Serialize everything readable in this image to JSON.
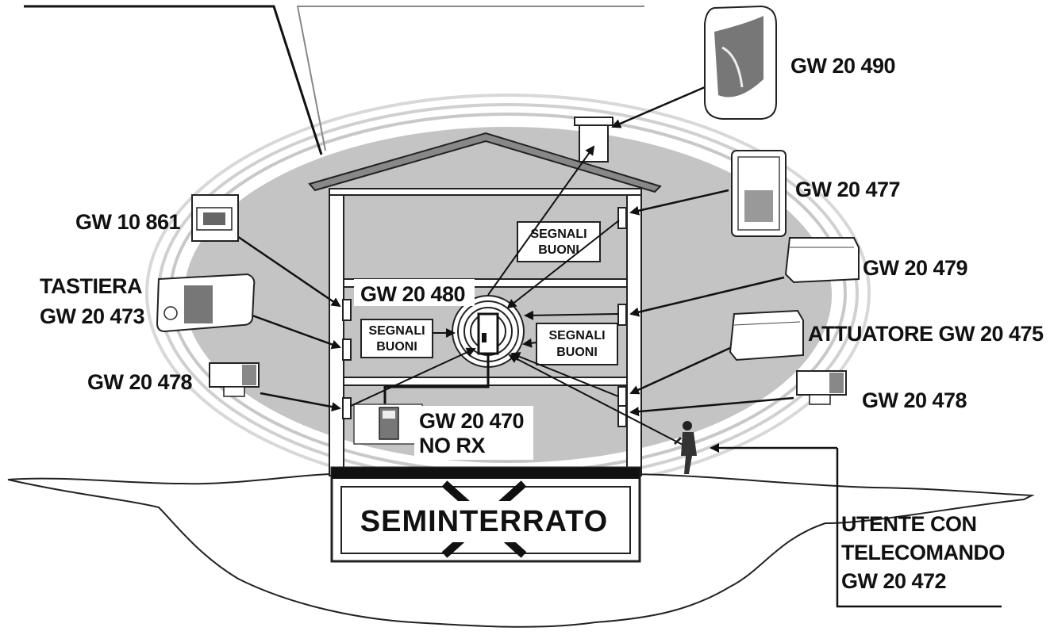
{
  "colors": {
    "ellipse_fill": "#c8c8c8",
    "ring": "#d0d0d0",
    "line": "#111111",
    "wall": "#ffffff"
  },
  "labels": {
    "gw20490": "GW 20 490",
    "gw20477": "GW 20 477",
    "gw10861": "GW 10 861",
    "gw20479": "GW 20 479",
    "tastiera_line1": "TASTIERA",
    "tastiera_line2": "GW 20 473",
    "gw20480": "GW 20 480",
    "attuatore": "ATTUATORE GW 20 475",
    "gw20478_left": "GW 20 478",
    "gw20478_right": "GW 20 478",
    "gw20470_line1": "GW 20 470",
    "gw20470_line2": "NO RX",
    "seminterrato": "SEMINTERRATO",
    "utente_line1": "UTENTE CON",
    "utente_line2": "TELECOMANDO",
    "utente_line3": "GW 20 472"
  },
  "signal_boxes": {
    "top": [
      "SEGNALI",
      "BUONI"
    ],
    "left": [
      "SEGNALI",
      "BUONI"
    ],
    "right": [
      "SEGNALI",
      "BUONI"
    ]
  },
  "icons": [
    "siren-icon",
    "motion-sensor-icon",
    "switch-plate-icon",
    "keypad-icon",
    "contact-sensor-icon",
    "actuator-icon",
    "control-unit-icon",
    "repeater-icon",
    "person-with-remote-icon"
  ]
}
